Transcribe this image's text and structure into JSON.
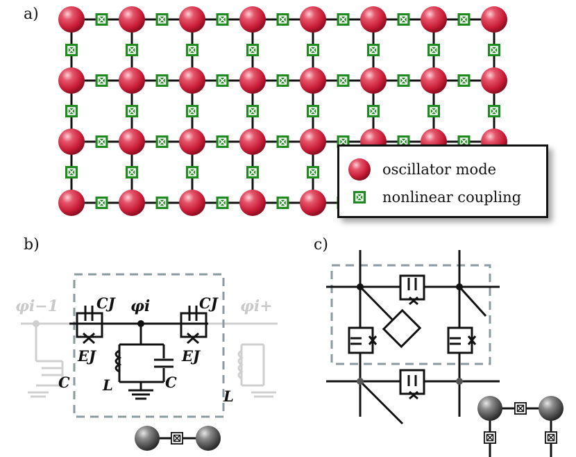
{
  "panels": {
    "a": "a)",
    "b": "b)",
    "c": "c)"
  },
  "legend": {
    "oscillator_label": "oscillator mode",
    "coupling_label": "nonlinear coupling"
  },
  "circuit_labels": {
    "phi_prev": "φi−1",
    "phi_i": "φi",
    "phi_next": "φi+",
    "cj_left": "CJ",
    "cj_right": "CJ",
    "ej_left": "EJ",
    "ej_right": "EJ",
    "L_main": "L",
    "C_main": "C",
    "C_left": "C",
    "L_right": "L"
  },
  "colors": {
    "oscillator": "#d0263f",
    "coupling": "#1f8a1f",
    "dashed_box": "#8a9aa0",
    "grey_node": "#555555"
  },
  "lattice": {
    "rows": 4,
    "cols": 8
  }
}
